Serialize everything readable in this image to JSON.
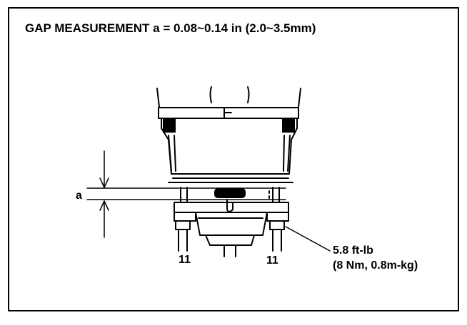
{
  "title": "GAP MEASUREMENT a = 0.08~0.14 in (2.0~3.5mm)",
  "labels": {
    "gap": "a",
    "bolt_left": "11",
    "bolt_right": "11",
    "torque_line1": "5.8 ft-lb",
    "torque_line2": "(8 Nm, 0.8m-kg)"
  }
}
